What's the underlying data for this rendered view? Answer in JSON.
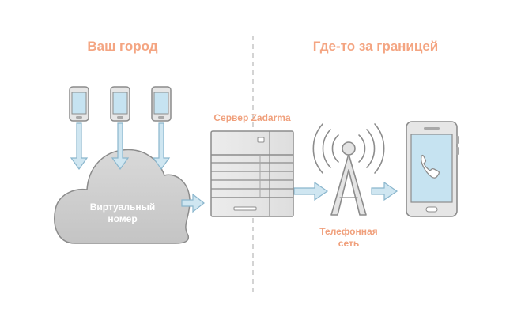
{
  "headers": {
    "left": "Ваш город",
    "right": "Где-то за границей"
  },
  "labels": {
    "server": "Сервер Zadarma",
    "network_line1": "Телефонная",
    "network_line2": "сеть",
    "cloud_line1": "Виртуальный",
    "cloud_line2": "номер"
  },
  "icons": [
    "smartphone-icon",
    "cloud-icon",
    "server-icon",
    "antenna-icon",
    "phone-handset-icon",
    "arrow-icon"
  ],
  "colors": {
    "heading": "#f4a582",
    "arrow_fill": "#cfe6f1",
    "arrow_stroke": "#8ab6cd",
    "device_stroke": "#8c8c8c",
    "device_fill": "#e4e4e4",
    "screen": "#c6e3f1"
  }
}
